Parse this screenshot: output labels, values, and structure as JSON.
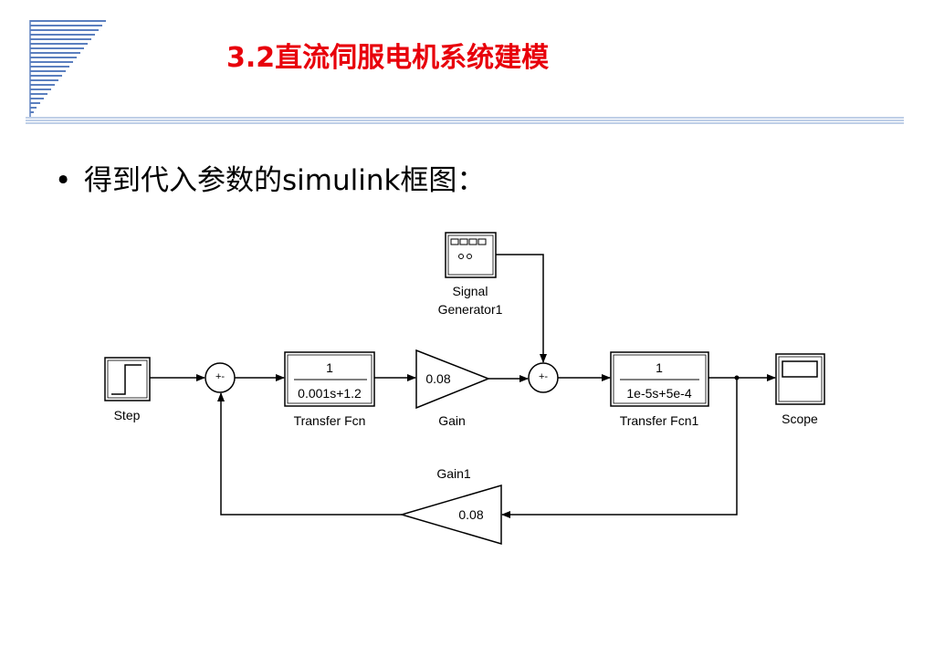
{
  "slide": {
    "title": "3.2直流伺服电机系统建模",
    "bullet_symbol": "•",
    "bullet_text": "得到代入参数的simulink框图："
  },
  "diagram": {
    "blocks": {
      "step": {
        "label": "Step"
      },
      "transfer_fcn": {
        "label": "Transfer Fcn",
        "numerator": "1",
        "denominator": "0.001s+1.2"
      },
      "gain": {
        "label": "Gain",
        "value": "0.08"
      },
      "signal_generator": {
        "label_line1": "Signal",
        "label_line2": "Generator1"
      },
      "transfer_fcn1": {
        "label": "Transfer Fcn1",
        "numerator": "1",
        "denominator": "1e-5s+5e-4"
      },
      "scope": {
        "label": "Scope"
      },
      "gain1": {
        "label": "Gain1",
        "value": "0.08"
      },
      "sum1": {
        "signs": "+-"
      },
      "sum2": {
        "signs": "+-"
      }
    }
  },
  "colors": {
    "title": "#e8000b",
    "logo_stripes": "#5b7fbf",
    "header_rule": "#7f9fcf"
  }
}
